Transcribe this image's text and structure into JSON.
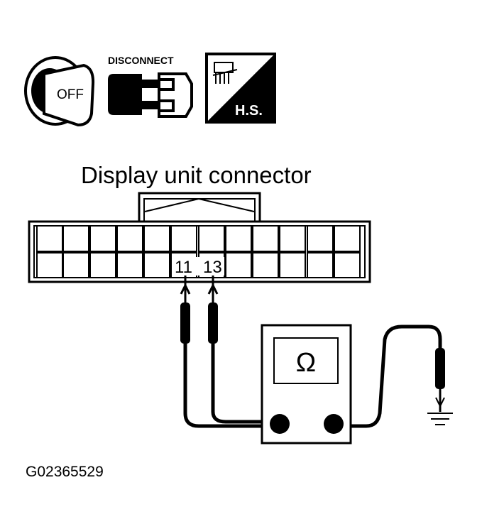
{
  "icons": {
    "ignition": {
      "name": "ignition-key-off-icon",
      "label": "OFF"
    },
    "disconnect": {
      "name": "disconnect-connector-icon",
      "label": "DISCONNECT"
    },
    "harness": {
      "name": "harness-side-icon",
      "label": "H.S."
    }
  },
  "connector": {
    "title": "Display unit connector",
    "pins": [
      "11",
      "13"
    ]
  },
  "meter": {
    "symbol": "Ω"
  },
  "figure_code": "G02365529"
}
